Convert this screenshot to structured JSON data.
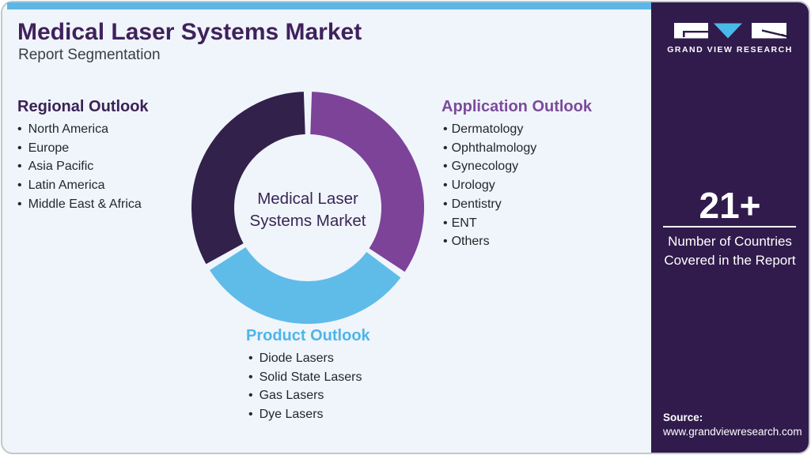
{
  "page": {
    "title": "Medical Laser Systems Market",
    "subtitle": "Report Segmentation"
  },
  "colors": {
    "background": "#eff5fa",
    "top_bar": "#5cb7e6",
    "title": "#40215c",
    "sidebar_background": "#311b4c",
    "regional_heading": "#3b2156",
    "application_heading": "#7c4a9b",
    "product_heading": "#4db5ea",
    "list_text": "#26262c"
  },
  "sections": {
    "regional": {
      "title": "Regional Outlook",
      "items": [
        "North America",
        "Europe",
        "Asia Pacific",
        "Latin America",
        "Middle East & Africa"
      ]
    },
    "application": {
      "title": "Application Outlook",
      "items": [
        "Dermatology",
        "Ophthalmology",
        "Gynecology",
        "Urology",
        "Dentistry",
        "ENT",
        "Others"
      ]
    },
    "product": {
      "title": "Product Outlook",
      "items": [
        "Diode Lasers",
        "Solid State Lasers",
        "Gas Lasers",
        "Dye Lasers"
      ]
    }
  },
  "chart_data": {
    "type": "pie",
    "donut": true,
    "title": "Medical Laser Systems Market Report Segmentation",
    "center_label_lines": [
      "Medical Laser",
      "Systems Market"
    ],
    "legend_position": "around",
    "segments": [
      {
        "name": "Application Outlook",
        "color": "#7c4399",
        "start_deg": 2,
        "end_deg": 123.5,
        "share_pct": 33.8
      },
      {
        "name": "Product Outlook",
        "color": "#5fbce9",
        "start_deg": 127,
        "end_deg": 237.5,
        "share_pct": 30.7
      },
      {
        "name": "Regional Outlook",
        "color": "#32214a",
        "start_deg": 241,
        "end_deg": 358,
        "share_pct": 32.5
      }
    ]
  },
  "sidebar": {
    "logo_text": "GRAND VIEW RESEARCH",
    "stat_value": "21+",
    "stat_label": "Number of Countries Covered in the Report",
    "source_label": "Source:",
    "source_url": "www.grandviewresearch.com"
  }
}
